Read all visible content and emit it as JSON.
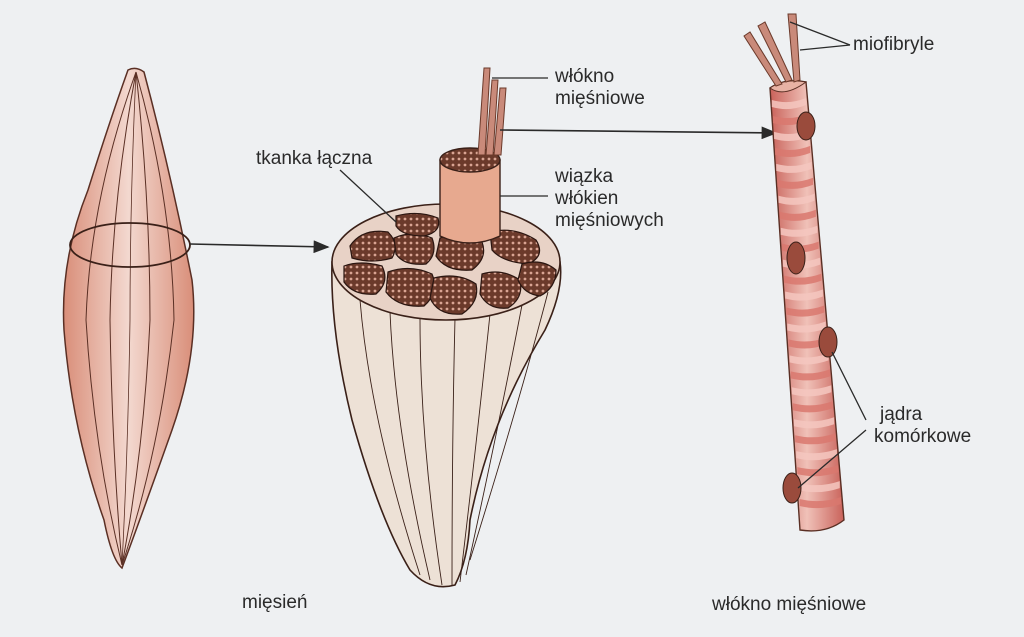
{
  "labels": {
    "tkanka": "tkanka łączna",
    "wlokno_line1": "włókno",
    "wlokno_line2": "mięśniowe",
    "wiazka_line1": "wiązka",
    "wiazka_line2": "włókien",
    "wiazka_line3": "mięśniowych",
    "miofibryle": "miofibryle",
    "jadra_line1": "jądra",
    "jadra_line2": "komórkowe"
  },
  "captions": {
    "miesien": "mięsień",
    "wlokno_miesniowe": "włókno mięśniowe"
  },
  "colors": {
    "muscle_fill": "#e9b3a1",
    "muscle_inner": "#f4d9d1",
    "bulb_fill": "#ede1d6",
    "bundle": "#6b3a2b",
    "fiber_light": "#f4c7c0",
    "fiber_dark": "#c9625a",
    "nucleus": "#9a4b3c",
    "ink": "#2a2a2a"
  }
}
